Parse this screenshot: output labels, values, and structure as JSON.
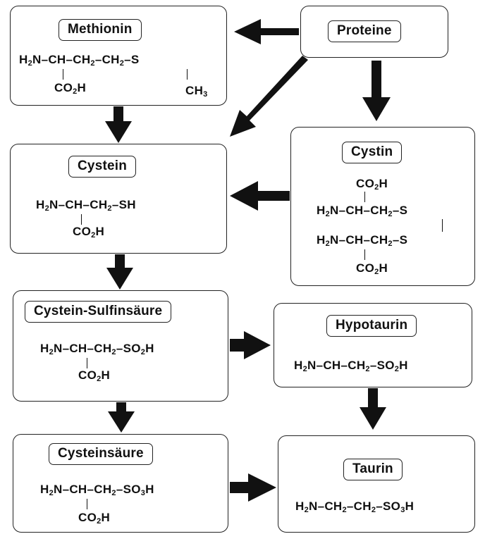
{
  "nodes": {
    "methionin": {
      "title": "Methionin",
      "l1": "H2N–CH–CH2–CH2–S",
      "l2": "CO2H",
      "l3": "CH3"
    },
    "proteine": {
      "title": "Proteine"
    },
    "cystein": {
      "title": "Cystein",
      "l1": "H2N–CH–CH2–SH",
      "l2": "CO2H"
    },
    "cystin": {
      "title": "Cystin",
      "l0": "CO2H",
      "l1": "H2N–CH–CH2–S",
      "l2": "H2N–CH–CH2–S",
      "l3": "CO2H"
    },
    "cysteinsulfinsaeure": {
      "title": "Cystein-Sulfinsäure",
      "l1": "H2N–CH–CH2–SO2H",
      "l2": "CO2H"
    },
    "hypotaurin": {
      "title": "Hypotaurin",
      "l1": "H2N–CH–CH2–SO2H"
    },
    "cysteinsaeure": {
      "title": "Cysteinsäure",
      "l1": "H2N–CH–CH2–SO3H",
      "l2": "CO2H"
    },
    "taurin": {
      "title": "Taurin",
      "l1": "H2N–CH2–CH2–SO3H"
    }
  }
}
